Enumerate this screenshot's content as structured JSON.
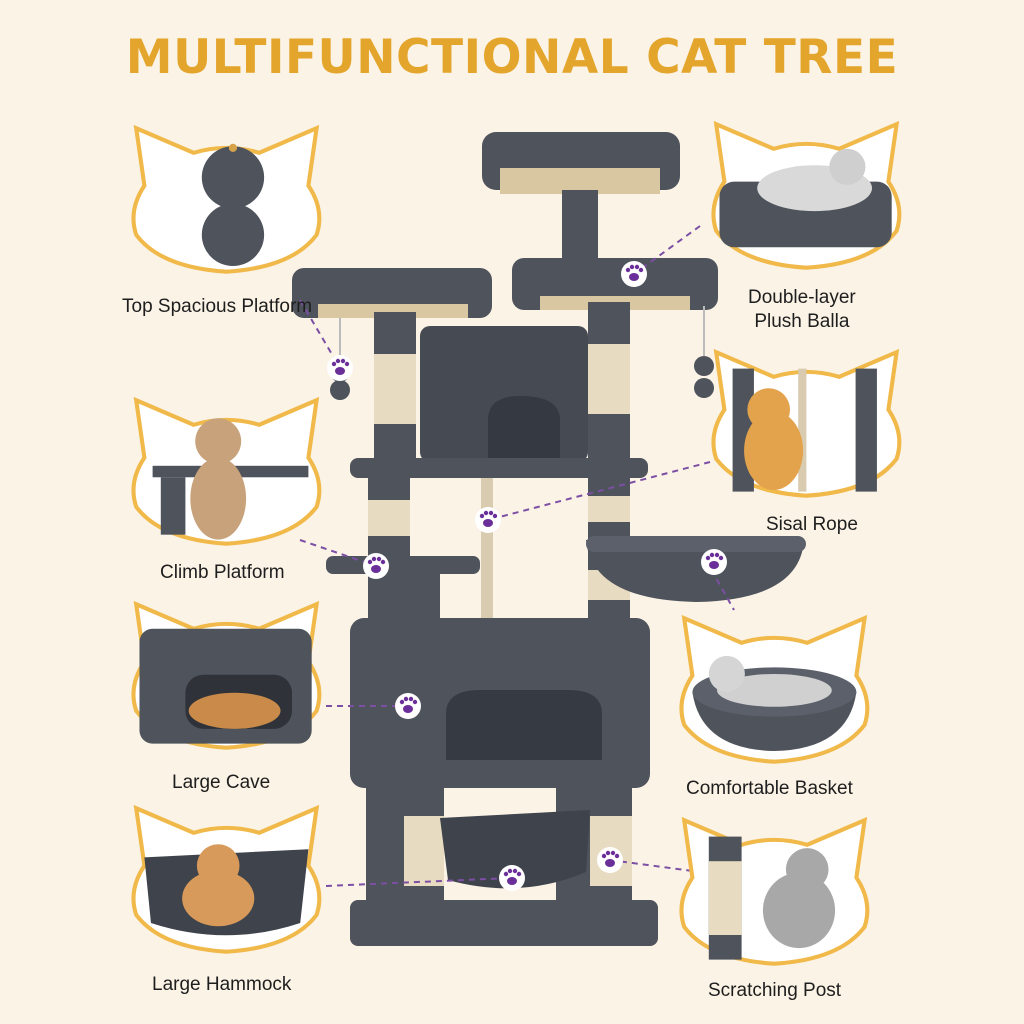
{
  "title": "MULTIFUNCTIONAL CAT TREE",
  "colors": {
    "background": "#fbf3e6",
    "title": "#e4a52c",
    "bubble_border": "#f0b94a",
    "tree_plush": "#4e535c",
    "sisal": "#e7dcc1",
    "paw_accent": "#6b2f9a",
    "dash_line": "#7c4fa4"
  },
  "features": {
    "top_platform": {
      "label": "Top Spacious Platform"
    },
    "plush_ball": {
      "label_line1": "Double-layer",
      "label_line2": "Plush Balla"
    },
    "climb_platform": {
      "label": "Climb Platform"
    },
    "sisal_rope": {
      "label": "Sisal Rope"
    },
    "large_cave": {
      "label": "Large Cave"
    },
    "basket": {
      "label": "Comfortable Basket"
    },
    "hammock": {
      "label": "Large Hammock"
    },
    "scratching_post": {
      "label": "Scratching Post"
    }
  }
}
